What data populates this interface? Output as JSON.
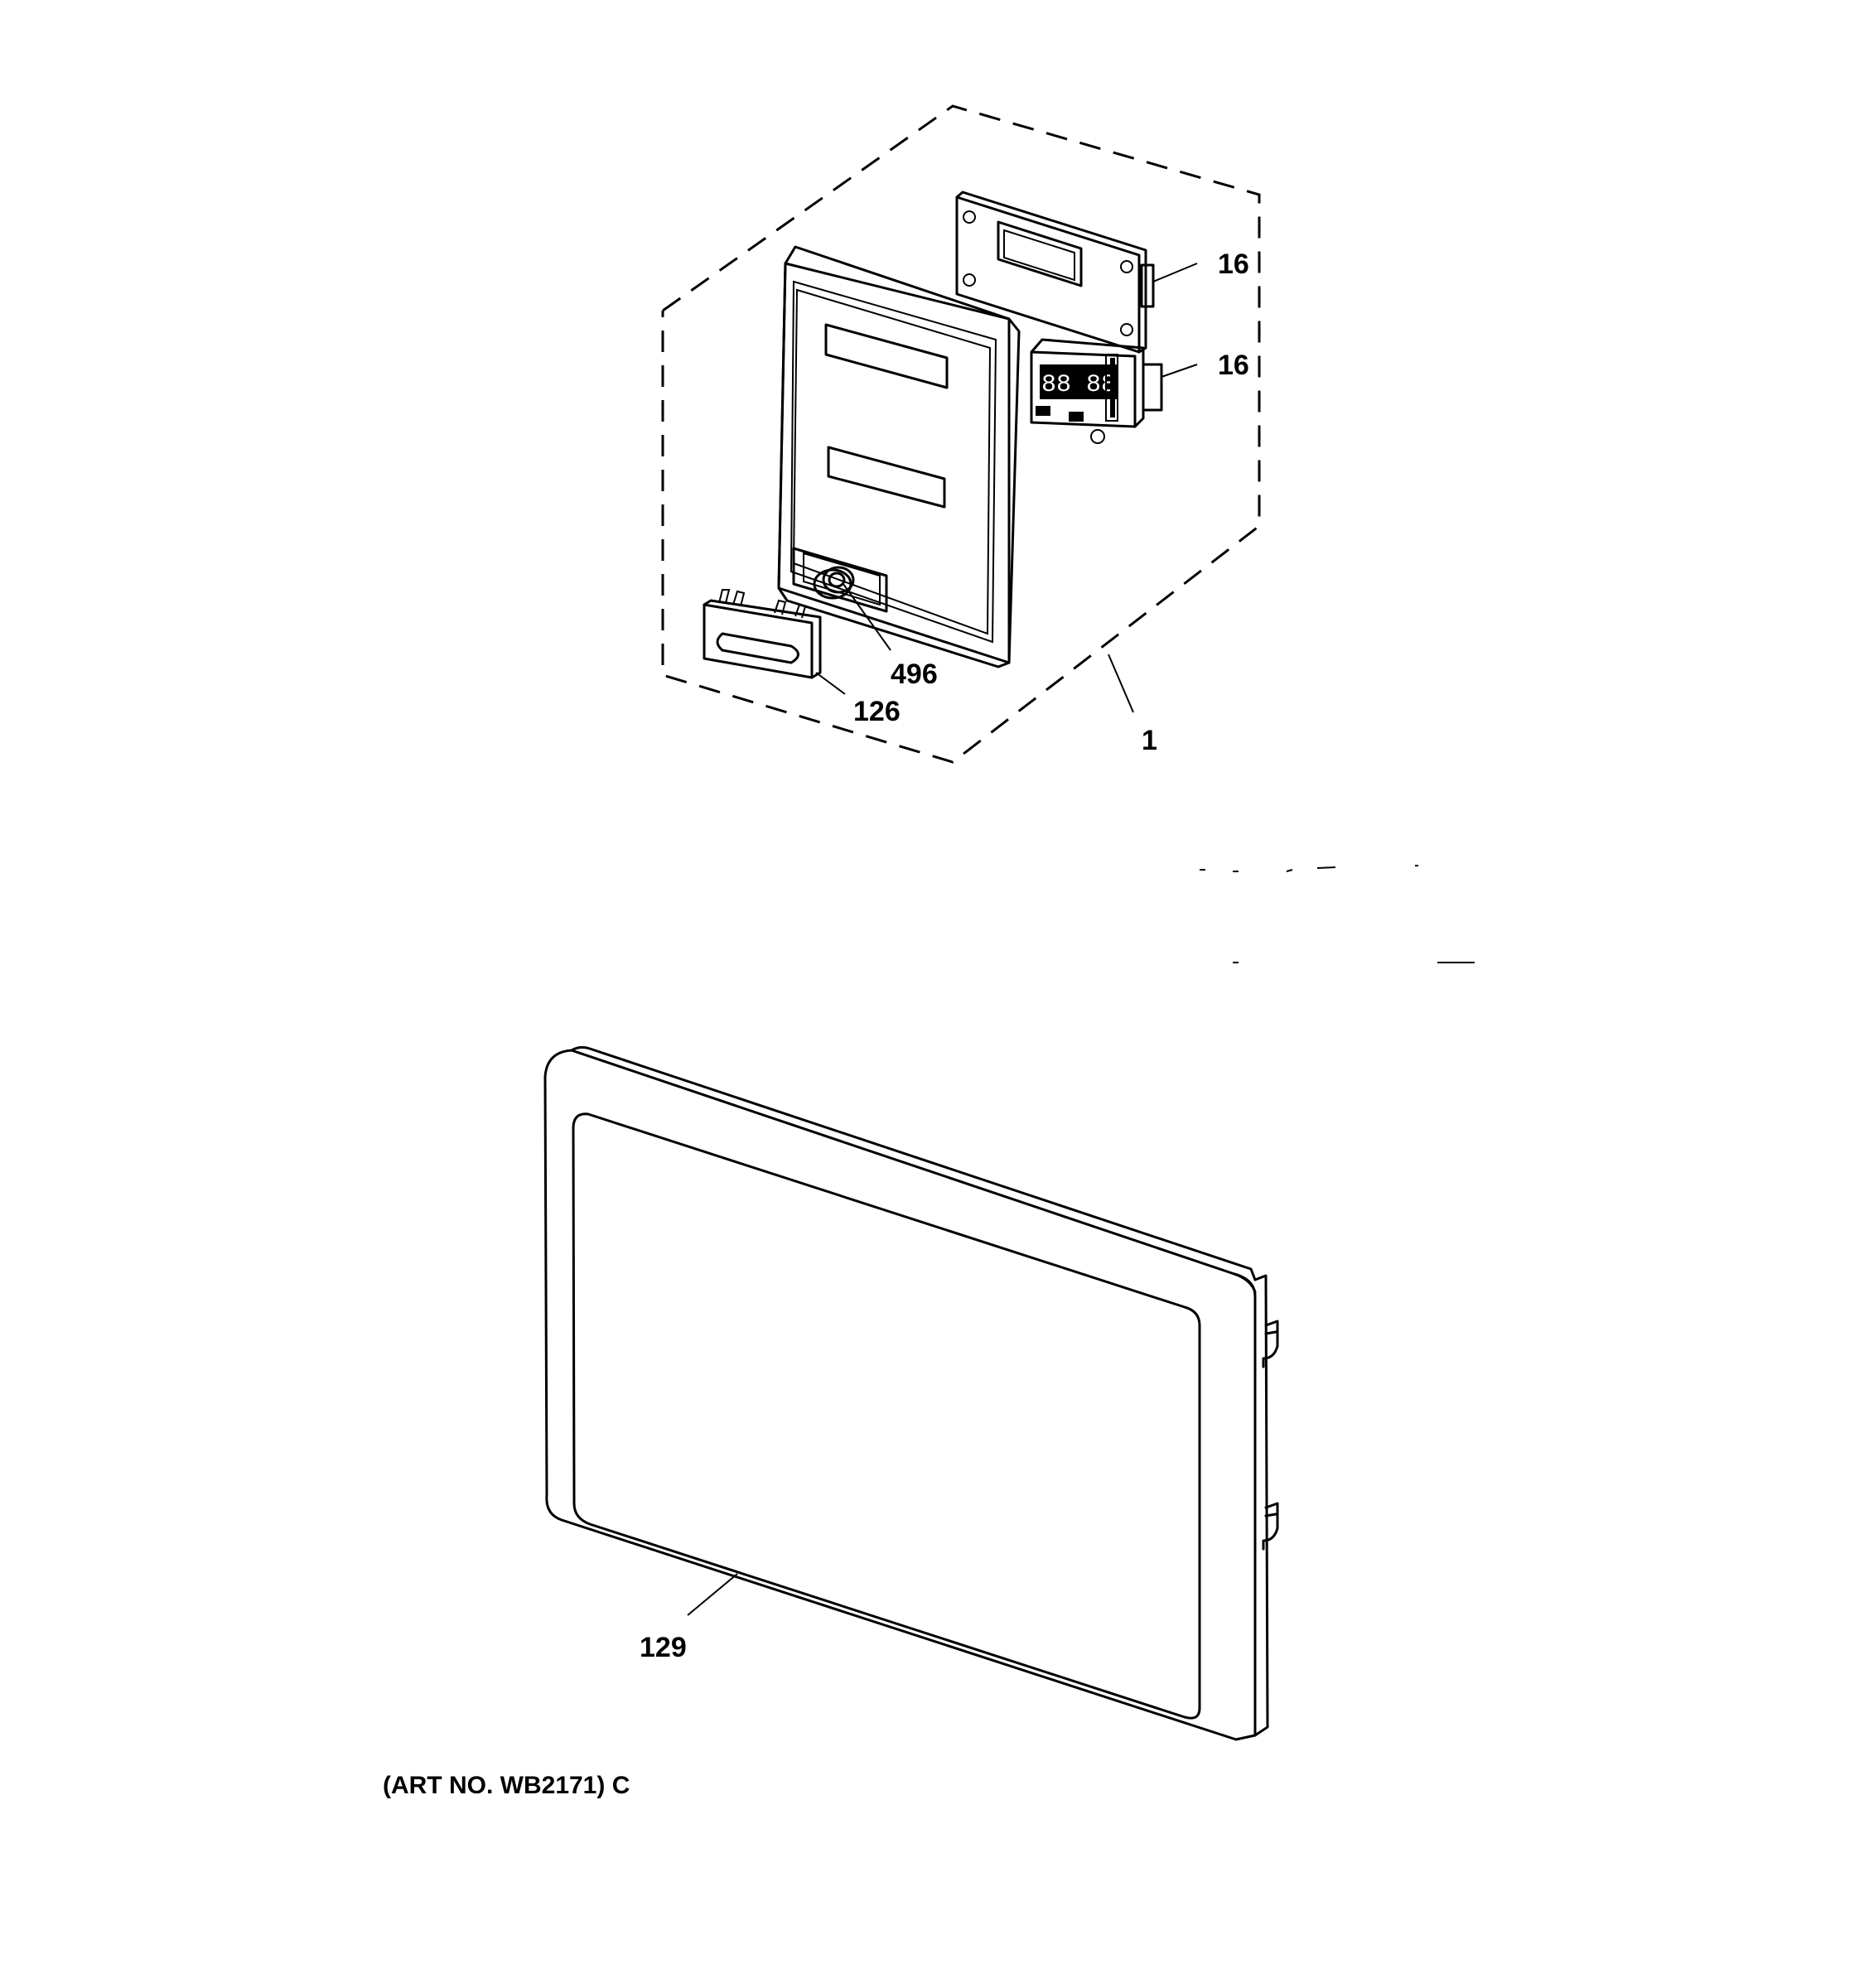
{
  "callouts": {
    "board_upper": "16",
    "board_lower": "16",
    "control_panel_assembly": "1",
    "knob": "496",
    "handle": "126",
    "door": "129"
  },
  "footer": {
    "art_number": "(ART NO. WB2171) C"
  },
  "display": {
    "digits": "88 88"
  }
}
